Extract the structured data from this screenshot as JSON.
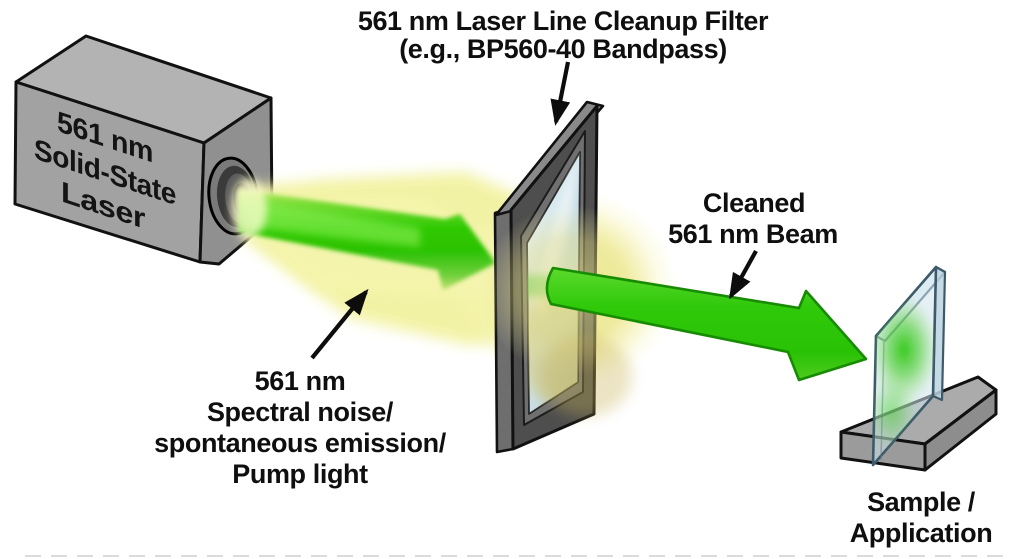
{
  "diagram": {
    "filter_label": [
      "561 nm Laser Line Cleanup Filter",
      "(e.g., BP560-40 Bandpass)"
    ],
    "laser_label": [
      "561 nm",
      "Solid-State",
      "Laser"
    ],
    "noise_label": [
      "561 nm",
      "Spectral noise/",
      "spontaneous emission/",
      "Pump light"
    ],
    "clean_beam_label": [
      "Cleaned",
      "561 nm Beam"
    ],
    "sample_label": [
      "Sample /",
      "Application"
    ],
    "colors": {
      "beam_green": "#2fc906",
      "beam_green_dark": "#178c02",
      "glow_yellow": "#f2f2a0",
      "filter_frame_gray": "#4e4e4e",
      "laser_body_gray": "#a2a2a2",
      "glass_blue": "#cfe3ec",
      "annotation_black": "#0d0d0d"
    }
  }
}
